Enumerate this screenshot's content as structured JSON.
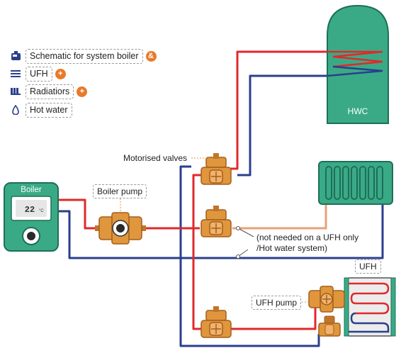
{
  "legend": {
    "items": [
      {
        "label": "Schematic for system boiler",
        "badge": "&",
        "icon": "boiler-schematic-icon"
      },
      {
        "label": "UFH",
        "badge": "+",
        "icon": "ufh-icon"
      },
      {
        "label": "Radiatiors",
        "badge": "+",
        "icon": "radiator-icon"
      },
      {
        "label": "Hot water",
        "badge": "",
        "icon": "hot-water-icon"
      }
    ]
  },
  "labels": {
    "hwc": "HWC",
    "boiler": "Boiler",
    "boiler_display": "22",
    "boiler_display_unit": "°C",
    "motorised_valves": "Motorised valves",
    "boiler_pump": "Boiler pump",
    "note_line1": "(not needed on a UFH only",
    "note_line2": "/Hot water system)",
    "ufh": "UFH",
    "ufh_pump": "UFH pump"
  },
  "colors": {
    "flow": "#e0292b",
    "return": "#2b3f8c",
    "tank": "#3aaa86",
    "tank_stroke": "#1e6f57",
    "brass": "#e0963c",
    "accent": "#e87a2a"
  }
}
